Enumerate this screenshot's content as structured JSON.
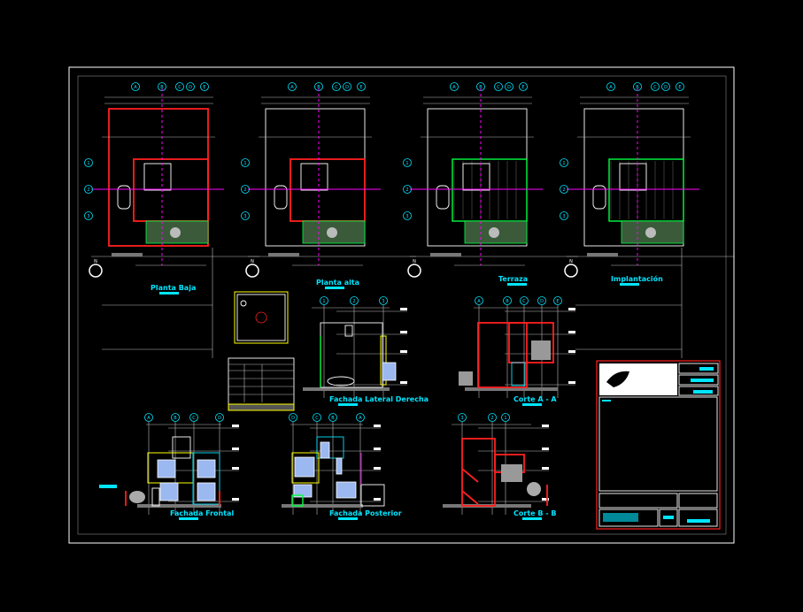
{
  "drawing": {
    "views": {
      "planta_baja": "Planta Baja",
      "planta_alta": "Planta alta",
      "terraza": "Terraza",
      "implantacion": "Implantación",
      "fachada_lateral": "Fachada Lateral Derecha",
      "corte_a": "Corte A - A",
      "fachada_frontal": "Fachada Frontal",
      "fachada_posterior": "Fachada Posterior",
      "corte_b": "Corte B - B"
    },
    "grid_labels": {
      "plan": [
        "A",
        "B",
        "C",
        "D",
        "E"
      ],
      "frontal": [
        "A",
        "B",
        "C",
        "D"
      ],
      "posterior": [
        "D",
        "C",
        "B",
        "A"
      ],
      "corte": [
        "3",
        "2",
        "1"
      ],
      "side": [
        "1",
        "2",
        "3"
      ]
    },
    "north_label": "N",
    "colors": {
      "background": "#000000",
      "frame": "#ffffff",
      "accent": "#00e5ff",
      "walls": "#ff2020",
      "green": "#00ff40",
      "yellow": "#ffff00",
      "magenta": "#ff00ff"
    }
  }
}
